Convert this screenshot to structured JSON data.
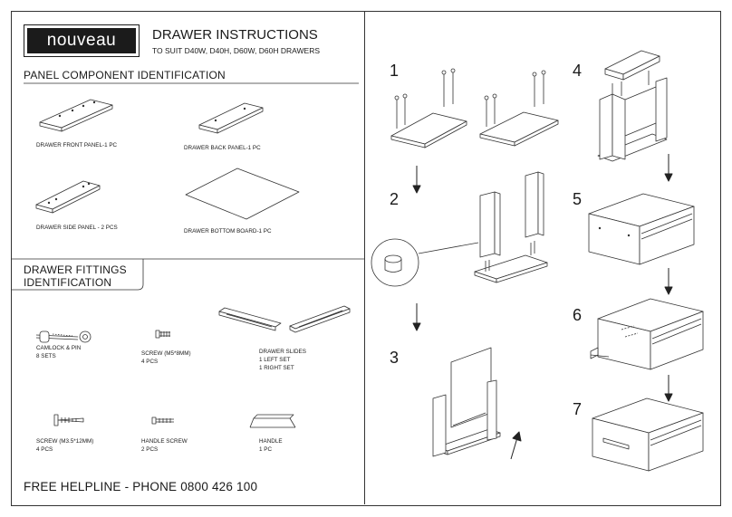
{
  "header": {
    "logo_text": "nouveau",
    "title": "DRAWER INSTRUCTIONS",
    "subtitle": "TO SUIT D40W, D40H, D60W, D60H DRAWERS"
  },
  "panels": {
    "heading": "PANEL COMPONENT IDENTIFICATION",
    "items": [
      {
        "label": "DRAWER FRONT PANEL-1 PC"
      },
      {
        "label": "DRAWER BACK PANEL-1 PC"
      },
      {
        "label": "DRAWER SIDE PANEL - 2 PCS"
      },
      {
        "label": "DRAWER BOTTOM BOARD-1 PC"
      }
    ]
  },
  "fittings": {
    "heading_line1": "DRAWER FITTINGS",
    "heading_line2": "IDENTIFICATION",
    "items": [
      {
        "name": "CAMLOCK & PIN",
        "qty": "8 SETS"
      },
      {
        "name": "SCREW (M5*8MM)",
        "qty": "4 PCS"
      },
      {
        "name": "DRAWER SLIDES",
        "qty": "1 LEFT SET",
        "qty2": "1 RIGHT SET"
      },
      {
        "name": "SCREW (M3.5*12MM)",
        "qty": "4 PCS"
      },
      {
        "name": "HANDLE SCREW",
        "qty": "2 PCS"
      },
      {
        "name": "HANDLE",
        "qty": "1 PC"
      }
    ]
  },
  "footer": {
    "helpline": "FREE HELPLINE - PHONE 0800 426 100"
  },
  "steps": [
    "1",
    "2",
    "3",
    "4",
    "5",
    "6",
    "7"
  ]
}
